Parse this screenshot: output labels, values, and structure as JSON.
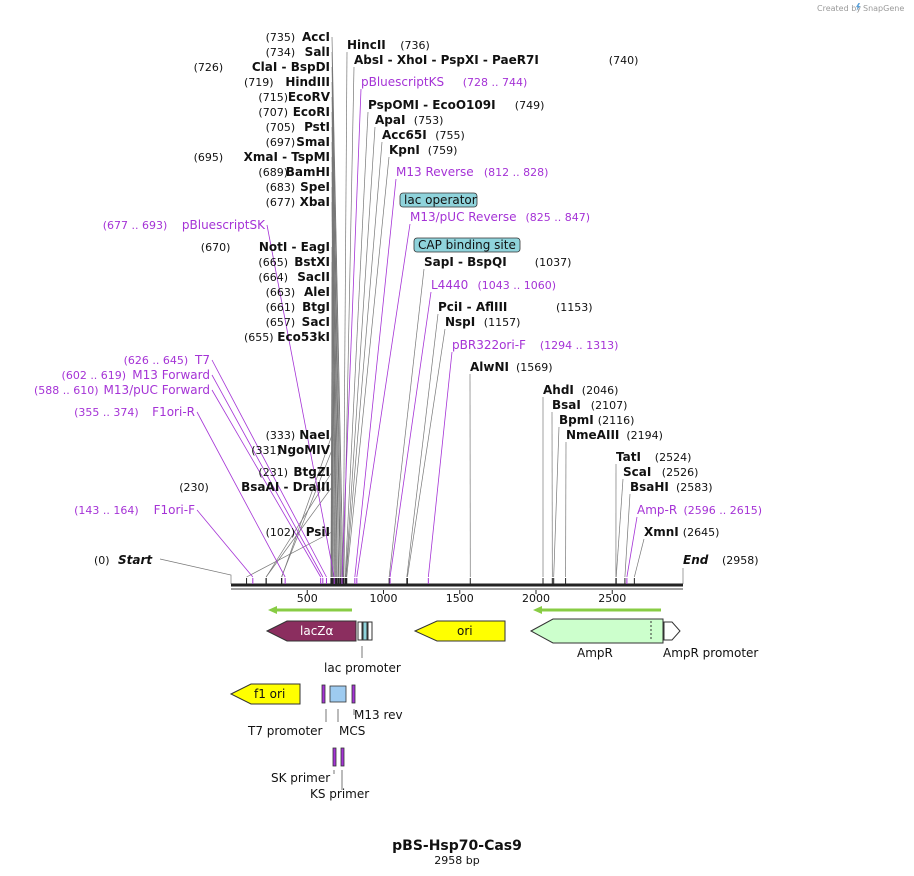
{
  "credit": {
    "label": "Created by",
    "brand": "SnapGene"
  },
  "title": "pBS-Hsp70-Cas9",
  "length_label": "2958 bp",
  "terminals": {
    "start": {
      "pos": "(0)",
      "name": "Start"
    },
    "end": {
      "name": "End",
      "pos": "(2958)"
    }
  },
  "ruler": [
    "500",
    "1000",
    "1500",
    "2000",
    "2500"
  ],
  "enzymes_left": [
    {
      "pos": "(735)",
      "names": [
        "AccI"
      ]
    },
    {
      "pos": "(734)",
      "names": [
        "SalI"
      ]
    },
    {
      "pos": "(726)",
      "names": [
        "ClaI",
        "BspDI"
      ]
    },
    {
      "pos": "(719)",
      "names": [
        "HindIII"
      ]
    },
    {
      "pos": "(715)",
      "names": [
        "EcoRV"
      ]
    },
    {
      "pos": "(707)",
      "names": [
        "EcoRI"
      ]
    },
    {
      "pos": "(705)",
      "names": [
        "PstI"
      ]
    },
    {
      "pos": "(697)",
      "names": [
        "SmaI"
      ]
    },
    {
      "pos": "(695)",
      "names": [
        "XmaI",
        "TspMI"
      ]
    },
    {
      "pos": "(689)",
      "names": [
        "BamHI"
      ]
    },
    {
      "pos": "(683)",
      "names": [
        "SpeI"
      ]
    },
    {
      "pos": "(677)",
      "names": [
        "XbaI"
      ]
    },
    {
      "pos": "(670)",
      "names": [
        "NotI",
        "EagI"
      ]
    },
    {
      "pos": "(665)",
      "names": [
        "BstXI"
      ]
    },
    {
      "pos": "(664)",
      "names": [
        "SacII"
      ]
    },
    {
      "pos": "(663)",
      "names": [
        "AleI"
      ]
    },
    {
      "pos": "(661)",
      "names": [
        "BtgI"
      ]
    },
    {
      "pos": "(657)",
      "names": [
        "SacI"
      ]
    },
    {
      "pos": "(655)",
      "names": [
        "Eco53kI"
      ]
    },
    {
      "pos": "(333)",
      "names": [
        "NaeI"
      ]
    },
    {
      "pos": "(331)",
      "names": [
        "NgoMIV"
      ]
    },
    {
      "pos": "(231)",
      "names": [
        "BtgZI"
      ]
    },
    {
      "pos": "(230)",
      "names": [
        "BsaAI",
        "DraIII"
      ]
    },
    {
      "pos": "(102)",
      "names": [
        "PsiI"
      ]
    }
  ],
  "enzymes_right": [
    {
      "names": [
        "HincII"
      ],
      "pos": "(736)"
    },
    {
      "names": [
        "AbsI",
        "XhoI",
        "PspXI",
        "PaeR7I"
      ],
      "pos": "(740)"
    },
    {
      "names": [
        "PspOMI",
        "EcoO109I"
      ],
      "pos": "(749)"
    },
    {
      "names": [
        "ApaI"
      ],
      "pos": "(753)"
    },
    {
      "names": [
        "Acc65I"
      ],
      "pos": "(755)"
    },
    {
      "names": [
        "KpnI"
      ],
      "pos": "(759)"
    },
    {
      "names": [
        "SapI",
        "BspQI"
      ],
      "pos": "(1037)"
    },
    {
      "names": [
        "PciI",
        "AflIII"
      ],
      "pos": "(1153)"
    },
    {
      "names": [
        "NspI"
      ],
      "pos": "(1157)"
    },
    {
      "names": [
        "AlwNI"
      ],
      "pos": "(1569)"
    },
    {
      "names": [
        "AhdI"
      ],
      "pos": "(2046)"
    },
    {
      "names": [
        "BsaI"
      ],
      "pos": "(2107)"
    },
    {
      "names": [
        "BpmI"
      ],
      "pos": "(2116)"
    },
    {
      "names": [
        "NmeAIII"
      ],
      "pos": "(2194)"
    },
    {
      "names": [
        "TatI"
      ],
      "pos": "(2524)"
    },
    {
      "names": [
        "ScaI"
      ],
      "pos": "(2526)"
    },
    {
      "names": [
        "BsaHI"
      ],
      "pos": "(2583)"
    },
    {
      "names": [
        "XmnI"
      ],
      "pos": "(2645)"
    }
  ],
  "primers_left": [
    {
      "range": "(677 .. 693)",
      "name": "pBluescriptSK"
    },
    {
      "range": "(626 .. 645)",
      "name": "T7"
    },
    {
      "range": "(602 .. 619)",
      "name": "M13 Forward"
    },
    {
      "range": "(588 .. 610)",
      "name": "M13/pUC Forward"
    },
    {
      "range": "(355 .. 374)",
      "name": "F1ori-R"
    },
    {
      "range": "(143 .. 164)",
      "name": "F1ori-F"
    }
  ],
  "primers_right": [
    {
      "name": "pBluescriptKS",
      "range": "(728 .. 744)"
    },
    {
      "name": "M13 Reverse",
      "range": "(812 .. 828)"
    },
    {
      "name": "M13/pUC Reverse",
      "range": "(825 .. 847)"
    },
    {
      "name": "L4440",
      "range": "(1043 .. 1060)"
    },
    {
      "name": "pBR322ori-F",
      "range": "(1294 .. 1313)"
    },
    {
      "name": "Amp-R",
      "range": "(2596 .. 2615)"
    }
  ],
  "boxed_features": [
    "lac operator",
    "CAP binding site"
  ],
  "features": {
    "lacZa": "lacZα",
    "ori": "ori",
    "ampr": "AmpR",
    "ampr_promoter": "AmpR promoter",
    "lac_promoter": "lac promoter",
    "f1_ori": "f1 ori",
    "t7_promoter": "T7 promoter",
    "mcs": "MCS",
    "m13_rev": "M13 rev",
    "sk_primer": "SK primer",
    "ks_primer": "KS primer"
  },
  "colors": {
    "lacZa": "#8b2e5f",
    "ori": "#ffff00",
    "ampr": "#ccffcc",
    "f1_ori": "#ffff00",
    "primer_text": "#a533d6",
    "boxed_feature": "#8fd3db",
    "orf_arrow": "#88cc44"
  }
}
